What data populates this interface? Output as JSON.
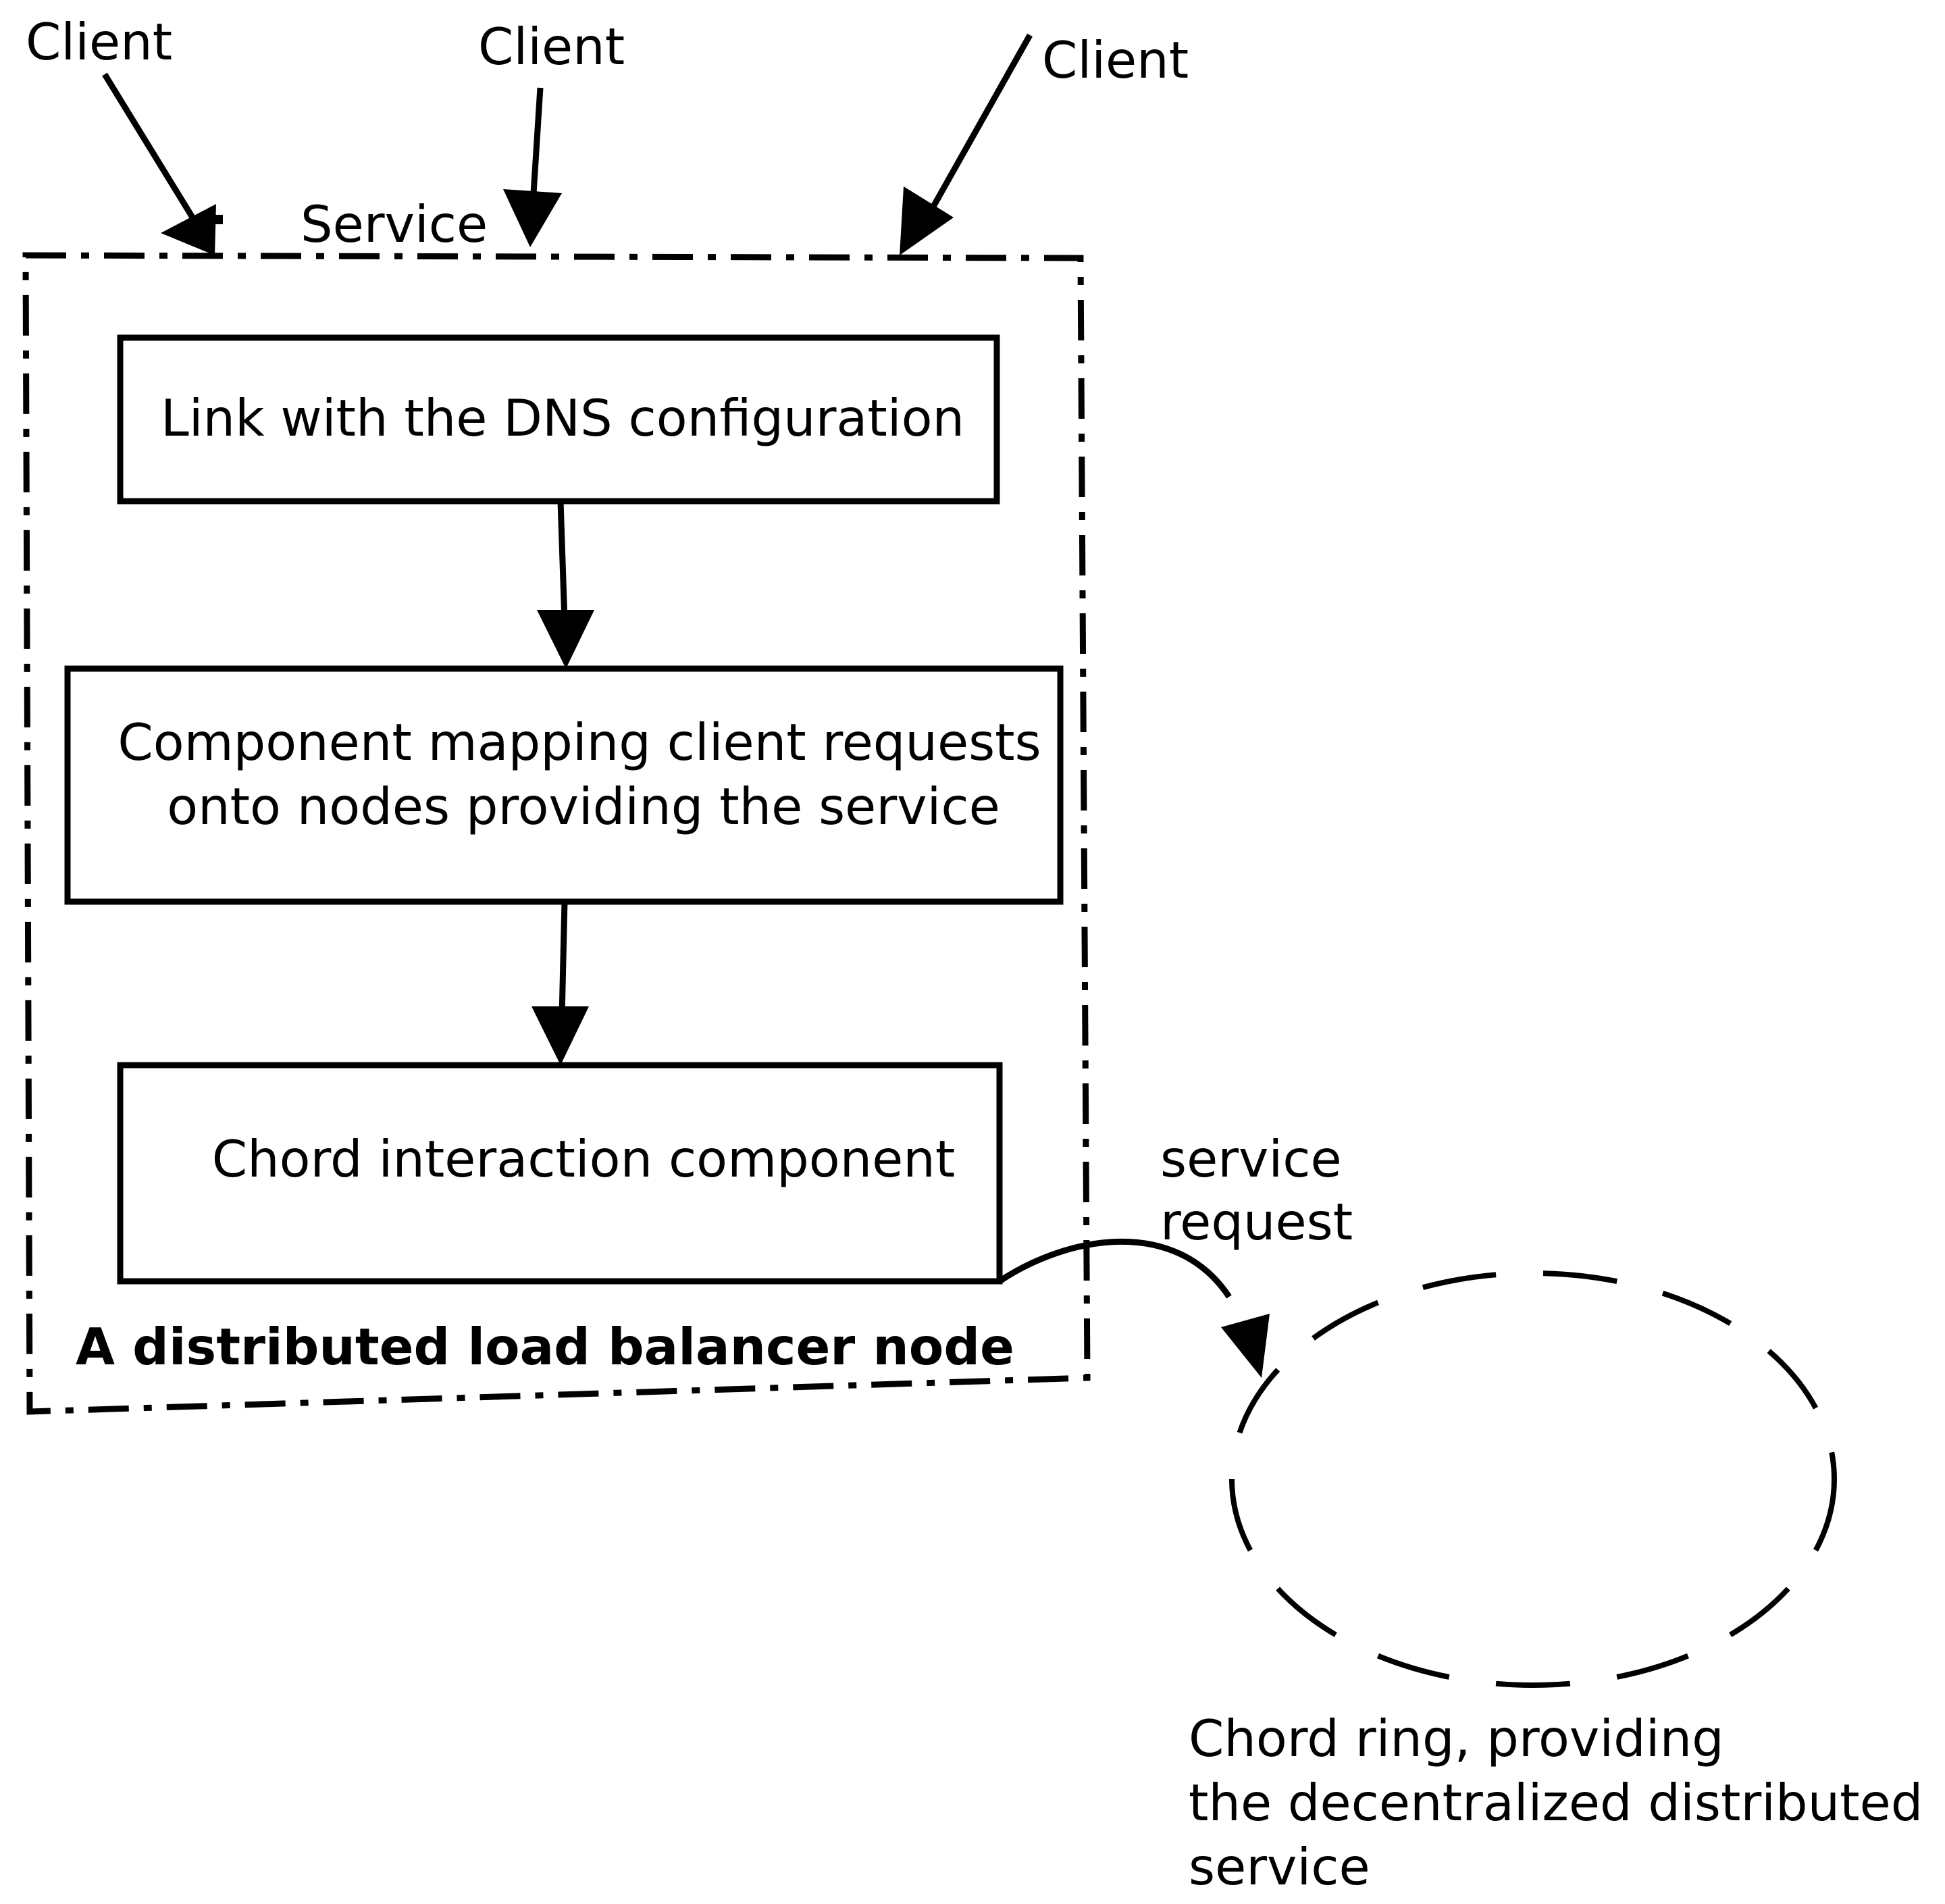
{
  "clients": [
    {
      "label": "Client"
    },
    {
      "label": "Client"
    },
    {
      "label": "Client"
    }
  ],
  "service_label": "Service",
  "node": {
    "title": "A distributed load balancer node",
    "boxes": [
      {
        "lines": [
          "Link with the DNS configuration"
        ]
      },
      {
        "lines": [
          "Component mapping client requests",
          "onto nodes providing the service"
        ]
      },
      {
        "lines": [
          "Chord interaction component"
        ]
      }
    ]
  },
  "service_request": {
    "lines": [
      "service",
      "request"
    ]
  },
  "chord_ring": {
    "lines": [
      "Chord ring, providing",
      "the decentralized distributed",
      "service"
    ]
  }
}
